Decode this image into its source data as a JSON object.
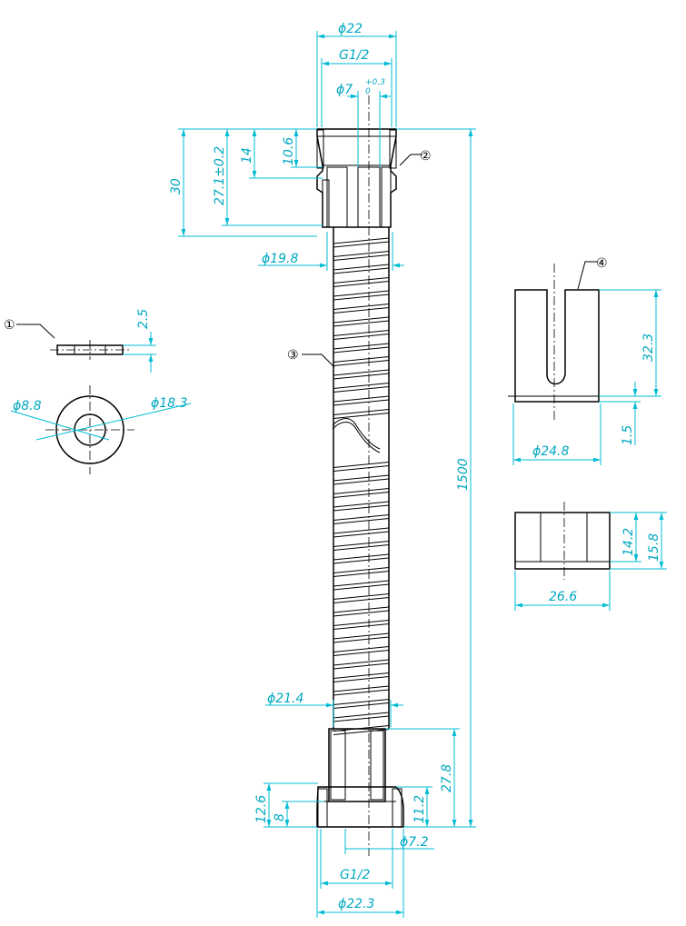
{
  "top_fitting": {
    "dia_outer": "ϕ22",
    "thread": "G1/2",
    "bore_main": "ϕ7",
    "bore_tol_upper": "+0.3",
    "bore_tol_lower": "0",
    "h_total": "30",
    "h_27": "27.1±0.2",
    "h_14": "14",
    "h_10": "10.6",
    "hose_dia": "ϕ19.8"
  },
  "bottom_fitting": {
    "dia_21": "ϕ21.4",
    "h_27": "27.8",
    "h_12": "12.6",
    "h_8": "8",
    "h_11": "11.2",
    "bore": "ϕ7.2",
    "thread": "G1/2",
    "dia_outer": "ϕ22.3"
  },
  "overall_length": "1500",
  "washer": {
    "thickness": "2.5",
    "inner_dia": "ϕ8.8",
    "outer_dia": "ϕ18.3"
  },
  "insert": {
    "height": "32.3",
    "base": "1.5",
    "width": "ϕ24.8"
  },
  "sleeve": {
    "h1": "14.2",
    "h2": "15.8",
    "width": "26.6"
  },
  "balloons": [
    "①",
    "②",
    "③",
    "④"
  ]
}
